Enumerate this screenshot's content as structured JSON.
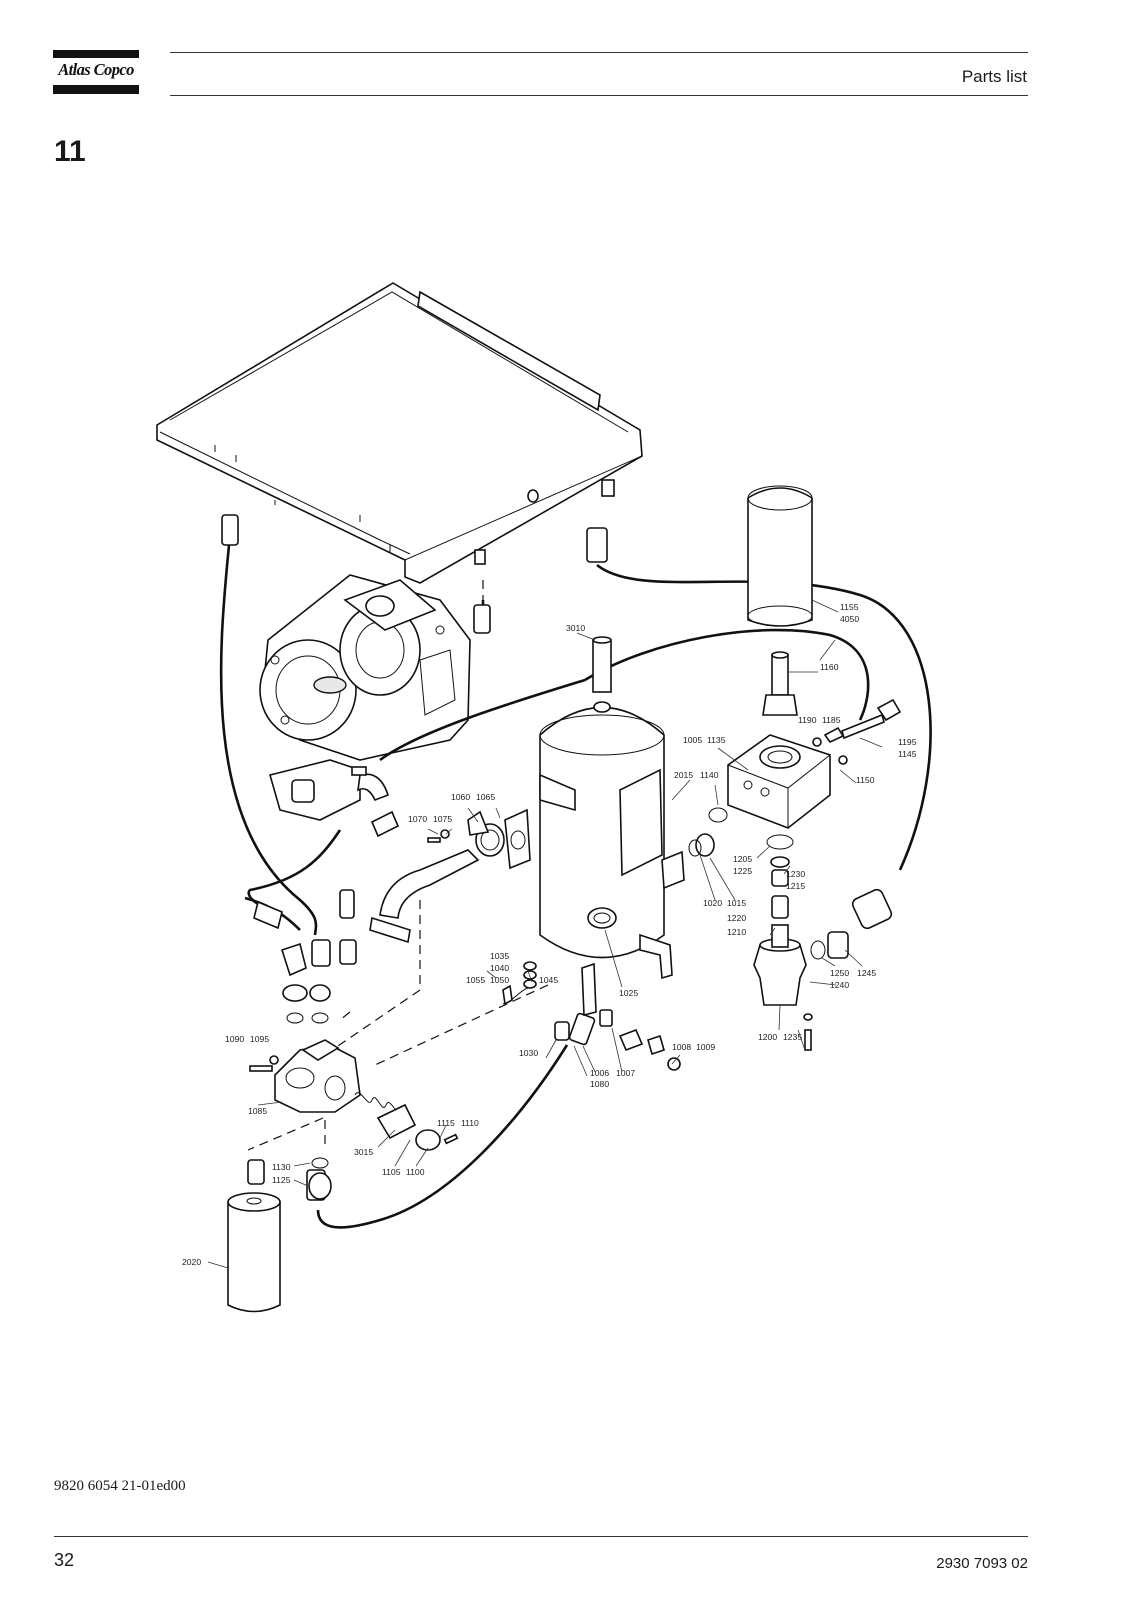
{
  "header": {
    "brand": "Atlas Copco",
    "title": "Parts list"
  },
  "section_number": "11",
  "diagram": {
    "part_labels": [
      {
        "id": "p3010",
        "text": "3010"
      },
      {
        "id": "p1155",
        "text": "1155"
      },
      {
        "id": "p4050",
        "text": "4050"
      },
      {
        "id": "p1160",
        "text": "1160"
      },
      {
        "id": "p1190",
        "text": "1190"
      },
      {
        "id": "p1185",
        "text": "1185"
      },
      {
        "id": "p1195",
        "text": "1195"
      },
      {
        "id": "p1145",
        "text": "1145"
      },
      {
        "id": "p1150",
        "text": "1150"
      },
      {
        "id": "p1005",
        "text": "1005"
      },
      {
        "id": "p1135",
        "text": "1135"
      },
      {
        "id": "p2015",
        "text": "2015"
      },
      {
        "id": "p1140",
        "text": "1140"
      },
      {
        "id": "p1060",
        "text": "1060"
      },
      {
        "id": "p1065",
        "text": "1065"
      },
      {
        "id": "p1070",
        "text": "1070"
      },
      {
        "id": "p1075",
        "text": "1075"
      },
      {
        "id": "p1205",
        "text": "1205"
      },
      {
        "id": "p1225",
        "text": "1225"
      },
      {
        "id": "p1230",
        "text": "1230"
      },
      {
        "id": "p1215",
        "text": "1215"
      },
      {
        "id": "p1020",
        "text": "1020"
      },
      {
        "id": "p1015",
        "text": "1015"
      },
      {
        "id": "p1220",
        "text": "1220"
      },
      {
        "id": "p1210",
        "text": "1210"
      },
      {
        "id": "p1250",
        "text": "1250"
      },
      {
        "id": "p1245",
        "text": "1245"
      },
      {
        "id": "p1240",
        "text": "1240"
      },
      {
        "id": "p1035",
        "text": "1035"
      },
      {
        "id": "p1040",
        "text": "1040"
      },
      {
        "id": "p1055",
        "text": "1055"
      },
      {
        "id": "p1050",
        "text": "1050"
      },
      {
        "id": "p1045",
        "text": "1045"
      },
      {
        "id": "p1025",
        "text": "1025"
      },
      {
        "id": "p1200",
        "text": "1200"
      },
      {
        "id": "p1235",
        "text": "1235"
      },
      {
        "id": "p1090",
        "text": "1090"
      },
      {
        "id": "p1095",
        "text": "1095"
      },
      {
        "id": "p1030",
        "text": "1030"
      },
      {
        "id": "p1008",
        "text": "1008"
      },
      {
        "id": "p1009",
        "text": "1009"
      },
      {
        "id": "p1006",
        "text": "1006"
      },
      {
        "id": "p1007",
        "text": "1007"
      },
      {
        "id": "p1080",
        "text": "1080"
      },
      {
        "id": "p1085",
        "text": "1085"
      },
      {
        "id": "p1115",
        "text": "1115"
      },
      {
        "id": "p1110",
        "text": "1110"
      },
      {
        "id": "p3015",
        "text": "3015"
      },
      {
        "id": "p1105",
        "text": "1105"
      },
      {
        "id": "p1100",
        "text": "1100"
      },
      {
        "id": "p1130",
        "text": "1130"
      },
      {
        "id": "p1125",
        "text": "1125"
      },
      {
        "id": "p2020",
        "text": "2020"
      }
    ]
  },
  "footer": {
    "doc_ref": "9820 6054 21-01ed00",
    "page_number": "32",
    "doc_number": "2930 7093 02"
  }
}
